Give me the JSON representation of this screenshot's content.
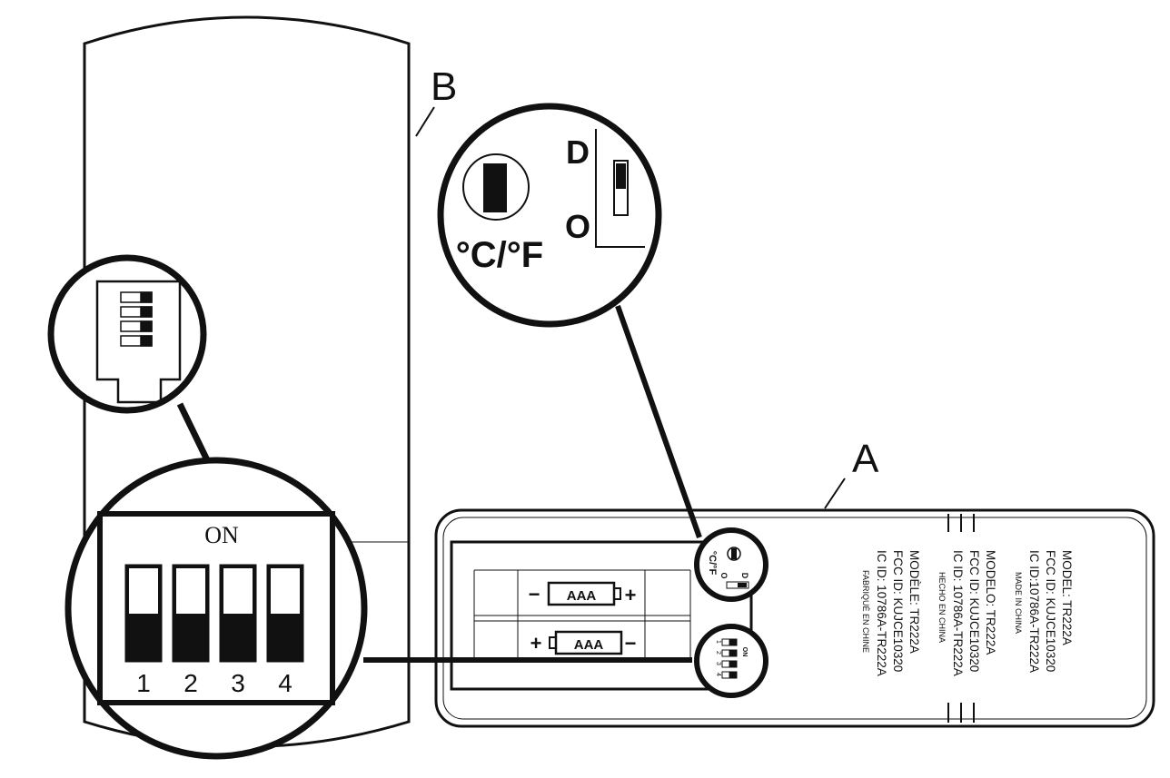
{
  "callouts": {
    "b": "B",
    "a": "A"
  },
  "temp_switch": {
    "unit_label": "°C/°F",
    "d_label": "D",
    "o_label": "O"
  },
  "dip_switch": {
    "on_label": "ON",
    "numbers": [
      "1",
      "2",
      "3",
      "4"
    ]
  },
  "battery_compartment": {
    "battery_top": {
      "label": "AAA",
      "left_sign": "−",
      "right_sign": "+"
    },
    "battery_bottom": {
      "label": "AAA",
      "left_sign": "+",
      "right_sign": "−"
    },
    "small_unit_label": "°C/°F",
    "small_d": "D",
    "small_o": "O",
    "small_on": "ON",
    "small_numbers": [
      "1",
      "2",
      "3",
      "4"
    ]
  },
  "label_english": {
    "model": "MODEL: TR222A",
    "fcc": "FCC ID: KUJCE10320",
    "ic": "IC ID:10786A-TR222A",
    "origin": "MADE IN CHINA"
  },
  "label_spanish": {
    "model": "MODELO: TR222A",
    "fcc": "FCC ID: KUJCE10320",
    "ic": "IC ID: 10786A-TR222A",
    "origin": "HECHO EN CHINA"
  },
  "label_french": {
    "model": "MODÈLE: TR222A",
    "fcc": "FCC ID: KUJCE10320",
    "ic": "IC ID: 10786A-TR222A",
    "origin": "FABRIQUÉ EN CHINE"
  },
  "colors": {
    "ink": "#111111",
    "paper": "#ffffff"
  }
}
